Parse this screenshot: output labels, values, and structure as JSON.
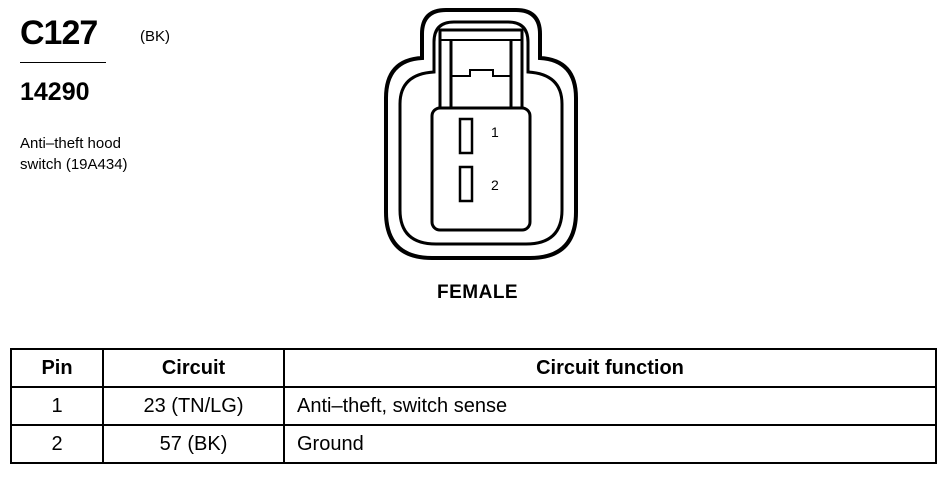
{
  "header": {
    "connector_id": "C127",
    "color_code": "(BK)",
    "part_number": "14290",
    "description_lines": [
      "Anti–theft hood",
      "switch (19A434)"
    ]
  },
  "connector": {
    "orientation": "FEMALE",
    "pins": [
      {
        "label": "1"
      },
      {
        "label": "2"
      }
    ]
  },
  "table": {
    "headers": [
      "Pin",
      "Circuit",
      "Circuit function"
    ],
    "rows": [
      {
        "pin": "1",
        "circuit": "23 (TN/LG)",
        "function": "Anti–theft, switch sense"
      },
      {
        "pin": "2",
        "circuit": "57 (BK)",
        "function": "Ground"
      }
    ]
  }
}
